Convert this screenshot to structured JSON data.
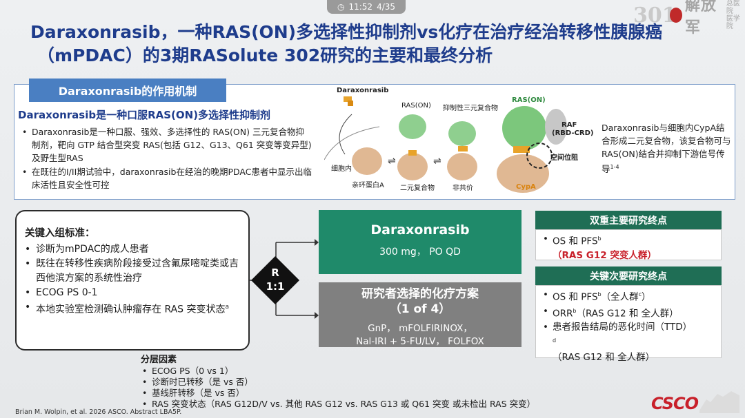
{
  "header": {
    "time": "11:52",
    "page": "4/35",
    "hospital_name": "解放军",
    "hospital_num": "301",
    "hospital_sub1": "总医院",
    "hospital_sub2": "医学院"
  },
  "title": {
    "line1": "Daraxonrasib，一种RAS(ON)多选择性抑制剂vs化疗在治疗经治转移性胰腺癌",
    "line2": "（mPDAC）的3期RASolute 302研究的主要和最终分析"
  },
  "mechanism": {
    "tab": "Daraxonrasib的作用机制",
    "subtitle": "Daraxonrasib是一种口服RAS(ON)多选择性抑制剂",
    "bullets": [
      "Daraxonrasib是一种口服、强效、多选择性的 RAS(ON) 三元复合物抑制剂，靶向 GTP 结合型突变 RAS(包括 G12、G13、Q61 突变等变异型)及野生型RAS",
      "在既往的I/II期试验中，daraxonrasib在经治的晚期PDAC患者中显示出临床活性且安全性可控"
    ],
    "diagram_labels": {
      "drug": "Daraxonrasib",
      "intracellular": "细胞内",
      "cyclophilin": "亲环蛋白A",
      "ras_on": "RAS(ON)",
      "binary": "二元复合物",
      "ternary": "抑制性三元复合物",
      "noncovalent": "非共价",
      "ras_on2": "RAS(ON)",
      "raf": "RAF",
      "rbd": "(RBD-CRD)",
      "steric": "空间位阻",
      "cypa": "CypA"
    },
    "right_text": "Daraxonrasib与细胞内CypA结合形成二元复合物，该复合物可与RAS(ON)结合并抑制下游信号传导",
    "right_sup": "1-4"
  },
  "criteria": {
    "heading": "关键入组标准：",
    "items": [
      "诊断为mPDAC的成人患者",
      "既往在转移性疾病阶段接受过含氟尿嘧啶类或吉西他滨方案的系统性治疗",
      "ECOG PS 0-1",
      "本地实验室检测确认肿瘤存在 RAS 突变状态"
    ],
    "last_sup": "a"
  },
  "randomization": {
    "line1": "R",
    "line2": "1:1"
  },
  "arm1": {
    "name": "Daraxonrasib",
    "dose": "300 mg， PO QD"
  },
  "arm2": {
    "name1": "研究者选择的化疗方案",
    "name2": "（1 of 4）",
    "regimens1": "GnP， mFOLFIRINOX，",
    "regimens2": "Nal-IRI + 5-FU/LV， FOLFOX"
  },
  "primary": {
    "heading": "双重主要研究终点",
    "item": "OS 和 PFS",
    "item_sup": "b",
    "population": "（RAS G12 突变人群）"
  },
  "secondary": {
    "heading": "关键次要研究终点",
    "item1": "OS 和 PFS",
    "item1_sup": "b",
    "item1_tail": "（全人群",
    "item1_sup2": "c",
    "item1_end": "）",
    "item2": "ORR",
    "item2_sup": "b",
    "item2_tail": "（RAS G12 和 全人群）",
    "item3": "患者报告结局的恶化时间（TTD）",
    "item3_sup": "d",
    "item3_pop": "（RAS G12 和 全人群）"
  },
  "stratification": {
    "heading": "分层因素",
    "items": [
      "ECOG PS（0 vs 1）",
      "诊断时已转移（是 vs 否）",
      "基线肝转移（是 vs 否）",
      "RAS 突变状态（RAS G12D/V vs. 其他 RAS G12 vs. RAS G13 或 Q61 突变 或未检出 RAS 突变）"
    ]
  },
  "reference": "Brian M. Wolpin, et al. 2026 ASCO. Abstract LBA5P.",
  "footer_logo": "CSCO",
  "colors": {
    "title_blue": "#1e3c8c",
    "tab_blue": "#4a7fc2",
    "arm_green": "#1f8a6a",
    "arm_gray": "#808080",
    "endpoint_green": "#1f6e55",
    "red": "#c8202a"
  }
}
